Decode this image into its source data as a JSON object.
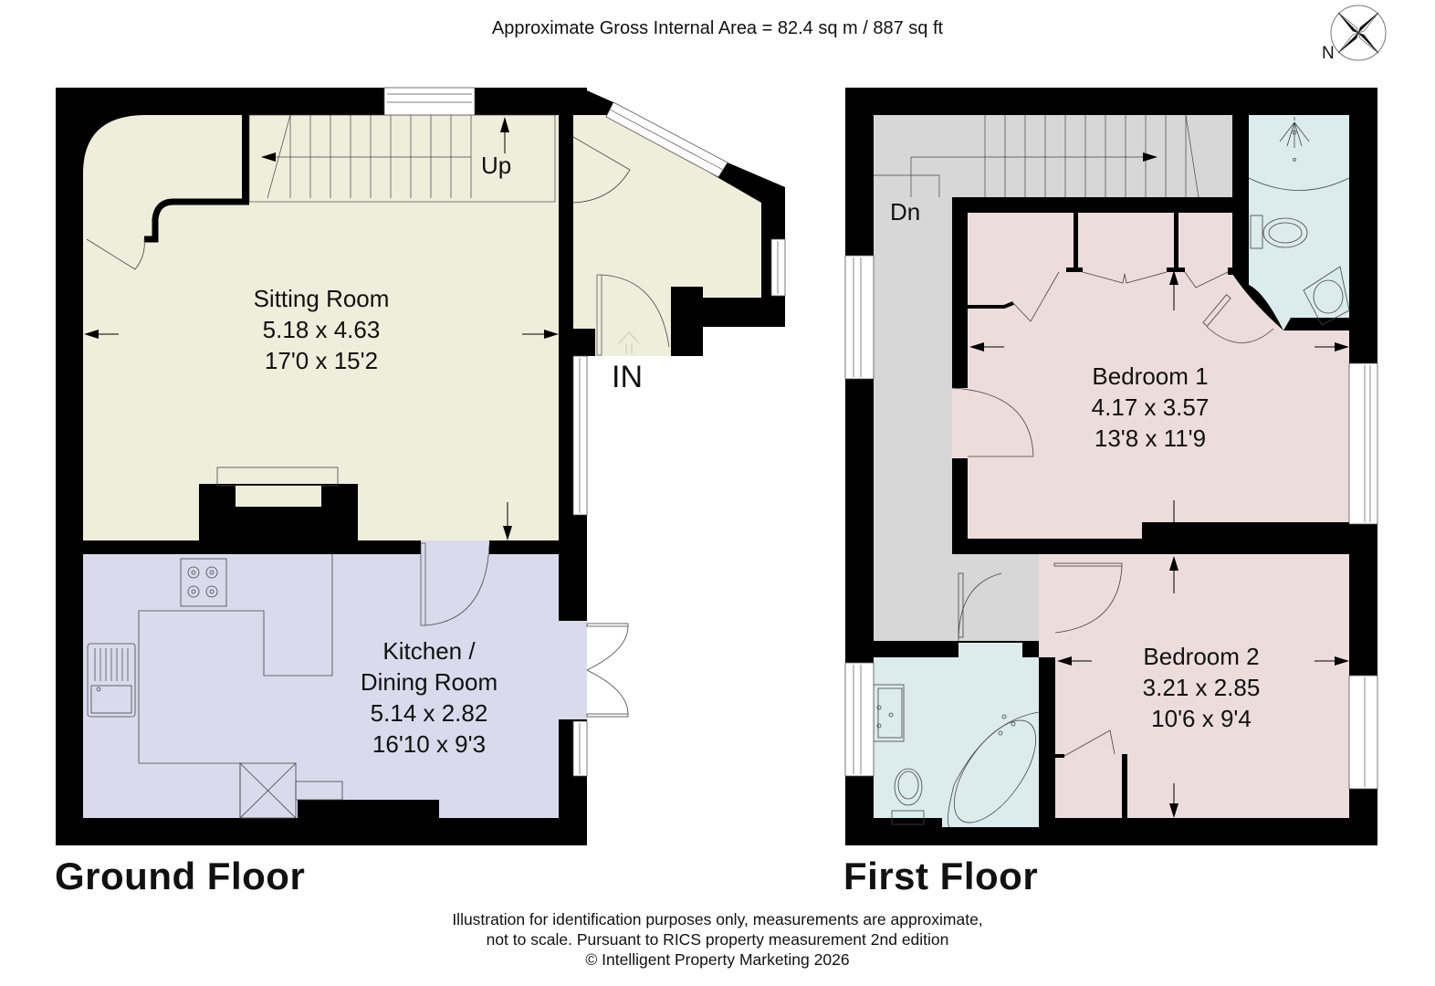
{
  "header": {
    "area_text": "Approximate Gross Internal Area = 82.4 sq m / 887 sq ft",
    "compass_label": "N"
  },
  "colors": {
    "wall": "#000000",
    "sitting_room": "#EEEEDD",
    "kitchen": "#DADAEC",
    "bedroom": "#EDDCDC",
    "bathroom": "#DCEBEB",
    "landing": "#D7D7D7",
    "window": "#FFFFFF"
  },
  "ground_floor": {
    "label": "Ground Floor",
    "rooms": [
      {
        "name": "Sitting Room",
        "metric": "5.18 x 4.63",
        "imperial": "17'0 x 15'2"
      },
      {
        "name_line1": "Kitchen /",
        "name_line2": "Dining Room",
        "metric": "5.14 x 2.82",
        "imperial": "16'10 x 9'3"
      }
    ],
    "annotations": {
      "stairs_up": "Up",
      "entrance": "IN"
    }
  },
  "first_floor": {
    "label": "First Floor",
    "rooms": [
      {
        "name": "Bedroom 1",
        "metric": "4.17 x 3.57",
        "imperial": "13'8 x 11'9"
      },
      {
        "name": "Bedroom 2",
        "metric": "3.21 x 2.85",
        "imperial": "10'6 x 9'4"
      }
    ],
    "annotations": {
      "stairs_down": "Dn"
    }
  },
  "footer": {
    "line1": "Illustration for identification purposes only, measurements are approximate,",
    "line2": "not to scale. Pursuant to RICS property measurement 2nd edition",
    "line3": "© Intelligent Property Marketing 2026"
  }
}
